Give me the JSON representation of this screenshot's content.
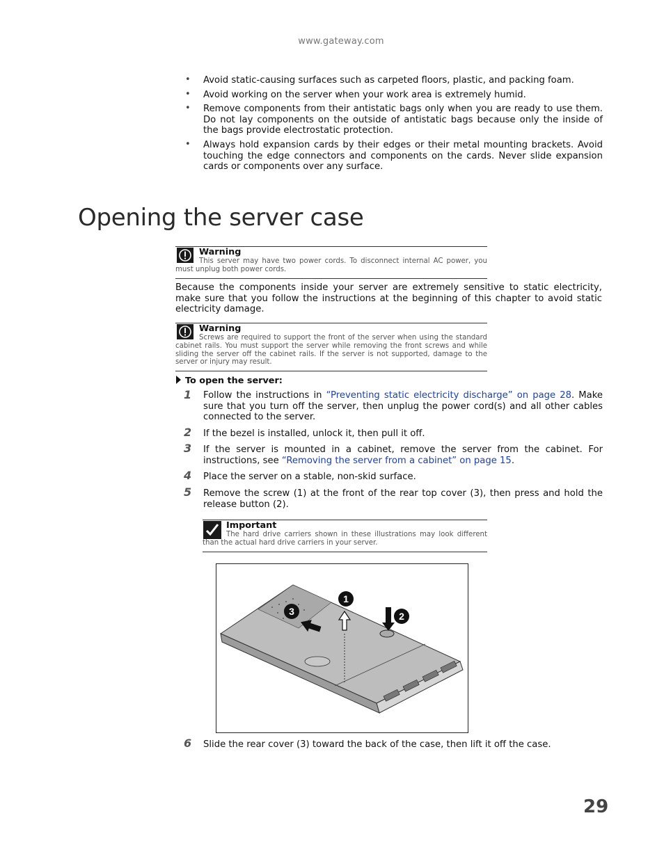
{
  "header": {
    "url": "www.gateway.com"
  },
  "bullets": [
    "Avoid static-causing surfaces such as carpeted floors, plastic, and packing foam.",
    "Avoid working on the server when your work area is extremely humid.",
    "Remove components from their antistatic bags only when you are ready to use them. Do not lay components on the outside of antistatic bags because only the inside of the bags provide electrostatic protection.",
    "Always hold expansion cards by their edges or their metal mounting brackets. Avoid touching the edge connectors and components on the cards. Never slide expansion cards or components over any surface."
  ],
  "bullet_symbol": "•",
  "title": "Opening the server case",
  "warning1": {
    "title": "Warning",
    "body": "This server may have two power cords. To disconnect internal AC power, you must unplug both power cords."
  },
  "intro": "Because the components inside your server are extremely sensitive to static electricity, make sure that you follow the instructions at the beginning of this chapter to avoid static electricity damage.",
  "warning2": {
    "title": "Warning",
    "body": "Screws are required to support the front of the server when using the standard cabinet rails. You must support the server while removing the front screws and while sliding the server off the cabinet rails. If the server is not supported, damage to the server or injury may result."
  },
  "procedure": {
    "heading": "To open the server:",
    "steps": [
      {
        "num": "1",
        "pre": "Follow the instructions in ",
        "link": "“Preventing static electricity discharge” on page 28",
        "post": ". Make sure that you turn off the server, then unplug the power cord(s) and all other cables connected to the server."
      },
      {
        "num": "2",
        "pre": "If the bezel is installed, unlock it, then pull it off.",
        "link": "",
        "post": ""
      },
      {
        "num": "3",
        "pre": "If the server is mounted in a cabinet, remove the server from the cabinet. For instructions, see ",
        "link": "“Removing the server from a cabinet” on page 15",
        "post": "."
      },
      {
        "num": "4",
        "pre": "Place the server on a stable, non-skid surface.",
        "link": "",
        "post": ""
      },
      {
        "num": "5",
        "pre": "Remove the screw (1) at the front of the rear top cover (3), then press and hold the release button (2).",
        "link": "",
        "post": ""
      },
      {
        "num": "6",
        "pre": "Slide the rear cover (3) toward the back of the case, then lift it off the case.",
        "link": "",
        "post": ""
      }
    ]
  },
  "important": {
    "title": "Important",
    "body": "The hard drive carriers shown in these illustrations may look different than the actual hard drive carriers in your server."
  },
  "figure": {
    "callouts": [
      "1",
      "2",
      "3"
    ]
  },
  "page_number": "29",
  "icons": {
    "warning": "warning-icon",
    "important": "checkmark-icon",
    "procedure": "triangle-bullet-icon"
  }
}
